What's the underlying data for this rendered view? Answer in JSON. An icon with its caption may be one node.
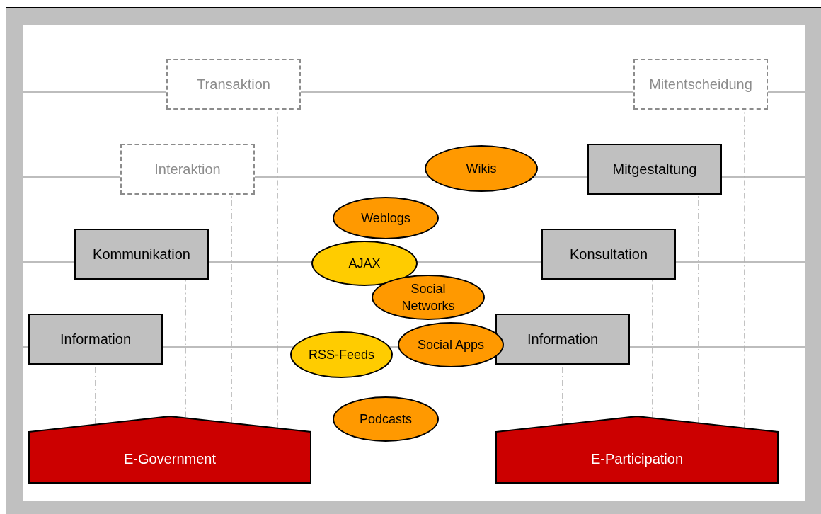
{
  "diagram": {
    "nodes": [
      {
        "text": [
          "Transaktion"
        ]
      },
      {
        "text": [
          "Mitentscheidung"
        ]
      },
      {
        "text": [
          "Interaktion"
        ]
      },
      {
        "text": [
          "Wikis"
        ]
      },
      {
        "text": [
          "Mitgestaltung"
        ]
      },
      {
        "text": [
          "Kommunikation"
        ]
      },
      {
        "text": [
          "AJAX"
        ]
      },
      {
        "text": [
          "Weblogs"
        ]
      },
      {
        "text": [
          "Konsultation"
        ]
      },
      {
        "text": [
          "Social Networks"
        ]
      },
      {
        "text": [
          "Information"
        ]
      },
      {
        "text": [
          "RSS-Feeds"
        ]
      },
      {
        "text": [
          "Podcasts"
        ]
      },
      {
        "text": [
          "Information"
        ]
      },
      {
        "text": [
          "Social Apps"
        ]
      },
      {
        "text": [
          "E-Government"
        ]
      },
      {
        "text": [
          "E-Participation"
        ]
      }
    ],
    "edges": [
      {
        "from": 15,
        "to": 10,
        "arrow": "none",
        "style": "dashed"
      },
      {
        "from": 15,
        "to": 5,
        "arrow": "none",
        "style": "dashed"
      },
      {
        "from": 15,
        "to": 2,
        "arrow": "none",
        "style": "dashed"
      },
      {
        "from": 15,
        "to": 0,
        "arrow": "none",
        "style": "dashed"
      },
      {
        "from": 16,
        "to": 13,
        "arrow": "none",
        "style": "dashed"
      },
      {
        "from": 16,
        "to": 8,
        "arrow": "none",
        "style": "dashed"
      },
      {
        "from": 16,
        "to": 4,
        "arrow": "none",
        "style": "dashed"
      },
      {
        "from": 16,
        "to": 1,
        "arrow": "none",
        "style": "dashed"
      }
    ]
  }
}
